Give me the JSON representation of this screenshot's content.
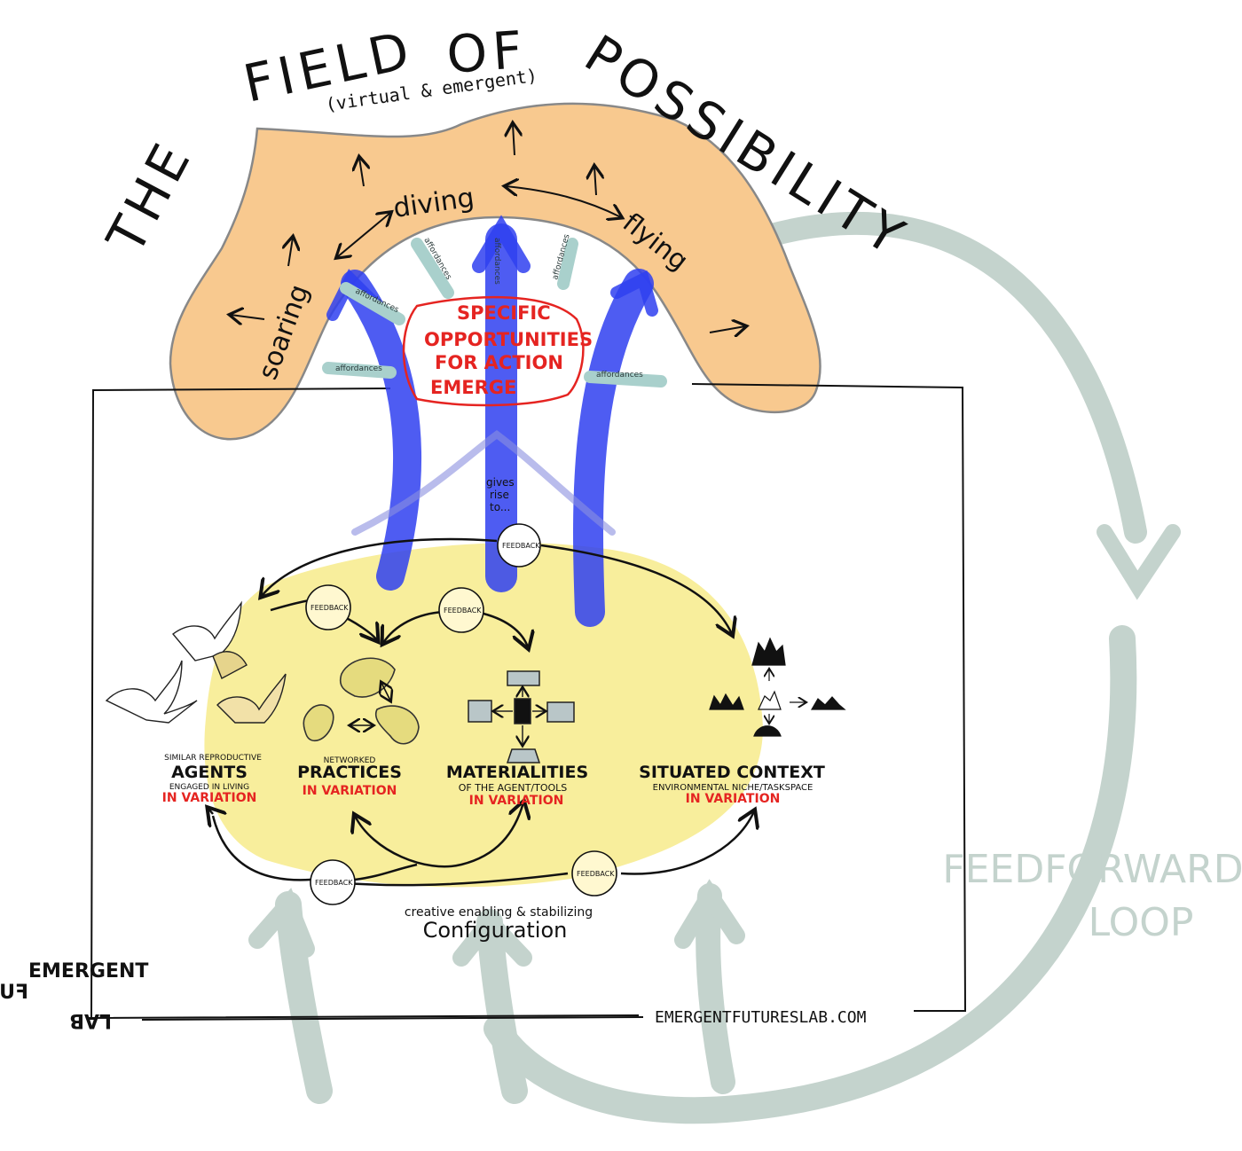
{
  "title": {
    "word_the": "THE",
    "word_field": "FIELD",
    "word_of": "OF",
    "word_possibility": "POSSIBILITY",
    "subtitle": "(virtual & emergent)"
  },
  "field_words": {
    "soaring": "soaring",
    "diving": "diving",
    "flying": "flying"
  },
  "affordance_label": "affordances",
  "opportunities": {
    "line1": "SPECIFIC",
    "line2": "OPPORTUNITIES",
    "line3": "FOR ACTION",
    "line4": "EMERGE"
  },
  "gives_rise": {
    "line1": "gives",
    "line2": "rise",
    "line3": "to..."
  },
  "feedback_label": "FEEDBACK",
  "columns": {
    "agents": {
      "pre": "SIMILAR REPRODUCTIVE",
      "title": "AGENTS",
      "sub": "ENGAGED IN LIVING",
      "variation": "IN VARIATION"
    },
    "practices": {
      "pre": "NETWORKED",
      "title": "PRACTICES",
      "variation": "IN VARIATION"
    },
    "materialities": {
      "title": "MATERIALITIES",
      "sub": "OF THE AGENT/TOOLS",
      "variation": "IN VARIATION"
    },
    "context": {
      "title": "SITUATED CONTEXT",
      "sub": "ENVIRONMENTAL NICHE/TASKSPACE",
      "variation": "IN VARIATION"
    }
  },
  "configuration": {
    "pre": "creative enabling & stabilizing",
    "title": "Configuration"
  },
  "feedforward": {
    "line1": "FEEDFORWARD",
    "line2": "LOOP"
  },
  "logo": {
    "line1": "EMERGENT",
    "line2": "FUTURES",
    "line3": "LAB"
  },
  "url": "EMERGENTFUTURESLAB.COM",
  "colors": {
    "field_fill": "#f8c98f",
    "yellow_fill": "#f8ee9c",
    "blue_arrow": "#2f3ff0",
    "grey_green": "#c4d3cd",
    "red": "#e52421",
    "ink": "#111111"
  }
}
